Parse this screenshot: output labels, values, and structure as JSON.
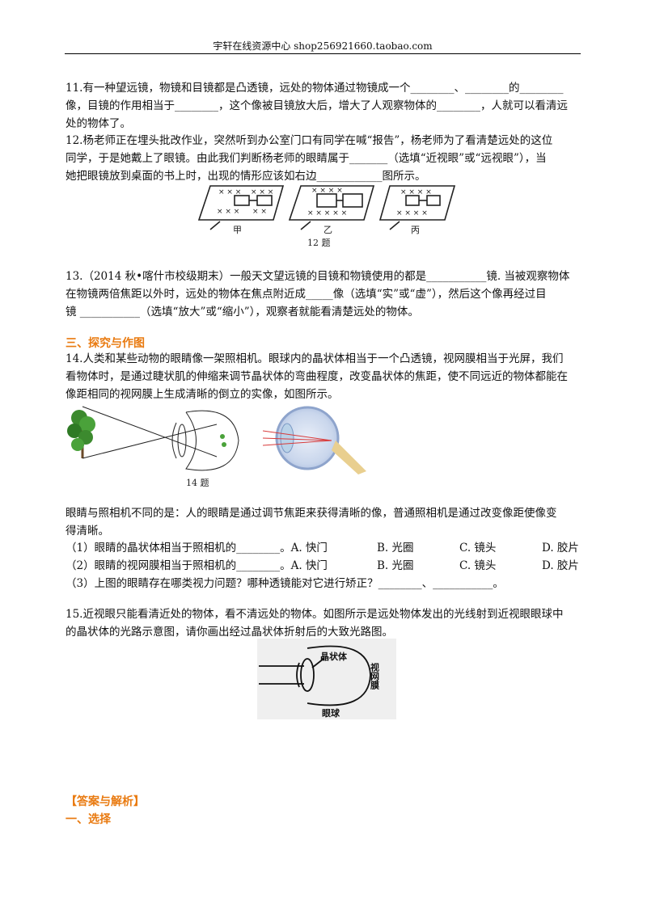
{
  "header": "宇轩在线资源中心   shop256921660.taobao.com",
  "q11": {
    "line1": "11.有一种望远镜，物镜和目镜都是凸透镜，远处的物体通过物镜成一个________、________的________",
    "line2": "像，目镜的作用相当于________，这个像被目镜放大后，增大了人观察物体的________，人就可以看清远",
    "line3": "处的物体了。"
  },
  "q12": {
    "line1": "12.杨老师正在埋头批改作业，突然听到办公室门口有同学在喊“报告”，杨老师为了看清楚远处的这位",
    "line2": "同学，于是她戴上了眼镜。由此我们判断杨老师的眼睛属于_______（选填“近视眼”或“远视眼”），当",
    "line3": "她把眼镜放到桌面的书上时，出现的情形应该如右边____________图所示。",
    "fig_labels": [
      "甲",
      "乙",
      "丙"
    ],
    "fig_caption": "12 题"
  },
  "q13": {
    "line1": "13.（2014 秋•喀什市校级期末）一般天文望远镜的目镜和物镜使用的都是___________镜. 当被观察物体",
    "line2": "在物镜两倍焦距以外时，远处的物体在焦点附近成_____像（选填“实”或“虚”），然后这个像再经过目",
    "line3": "镜 ___________（选填“放大”或“缩小”），观察者就能看清楚远处的物体。"
  },
  "section3": "三、探究与作图",
  "q14": {
    "line1": "14.人类和某些动物的眼睛像一架照相机。眼球内的晶状体相当于一个凸透镜，视网膜相当于光屏，我们",
    "line2": "看物体时，是通过睫状肌的伸缩来调节晶状体的弯曲程度，改变晶状体的焦距，使不同远近的物体都能在",
    "line3": "像距相同的视网膜上生成清晰的倒立的实像，如图所示。",
    "fig_caption": "14 题",
    "diff_line1": "眼睛与照相机不同的是：人的眼睛是通过调节焦距来获得清晰的像，普通照相机是通过改变像距使像变",
    "diff_line2": "得清晰。",
    "sub1": "（1）眼睛的晶状体相当于照相机的________。A. 快门",
    "sub2": "（2）眼睛的视网膜相当于照相机的________。A. 快门",
    "options": [
      "B. 光圈",
      "C. 镜头",
      "D. 胶片"
    ],
    "sub3": "（3）上图的眼睛存在哪类视力问题？哪种透镜能对它进行矫正？________、___________。"
  },
  "q15": {
    "line1": "15.近视眼只能看清近处的物体，看不清远处的物体。如图所示是远处物体发出的光线射到近视眼眼球中",
    "line2": "的晶状体的光路示意图，请你画出经过晶状体折射后的大致光路图。",
    "fig_lens": "晶状体",
    "fig_retina": "视网膜",
    "fig_eyeball": "眼球"
  },
  "answers": "【答案与解析】",
  "section1": "一、选择"
}
